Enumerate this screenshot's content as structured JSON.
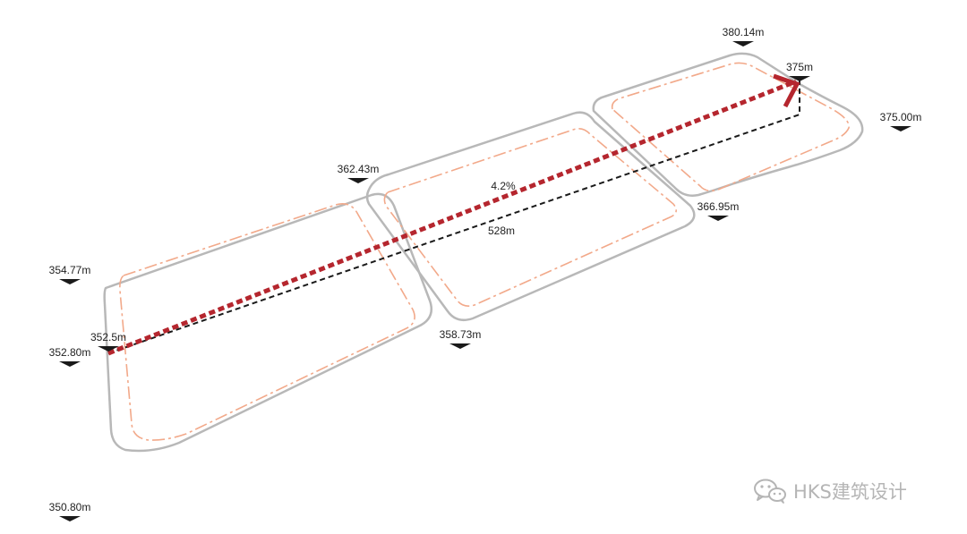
{
  "colors": {
    "pad_outline": "#b8b8b8",
    "setback_line": "#f2a98a",
    "slope_arrow": "#b5262e",
    "baseline": "#1a1a1a",
    "marker": "#1a1a1a",
    "watermark": "#b5b5b5"
  },
  "elevations": {
    "e_380_14": "380.14m",
    "e_375": "375m",
    "e_375_00": "375.00m",
    "e_362_43": "362.43m",
    "e_366_95": "366.95m",
    "e_354_77": "354.77m",
    "e_352_5": "352.5m",
    "e_352_80": "352.80m",
    "e_358_73": "358.73m",
    "e_350_80": "350.80m"
  },
  "measurements": {
    "slope": "4.2%",
    "length": "528m"
  },
  "watermark": {
    "icon": "wechat-icon",
    "text": "HKS建筑设计"
  }
}
